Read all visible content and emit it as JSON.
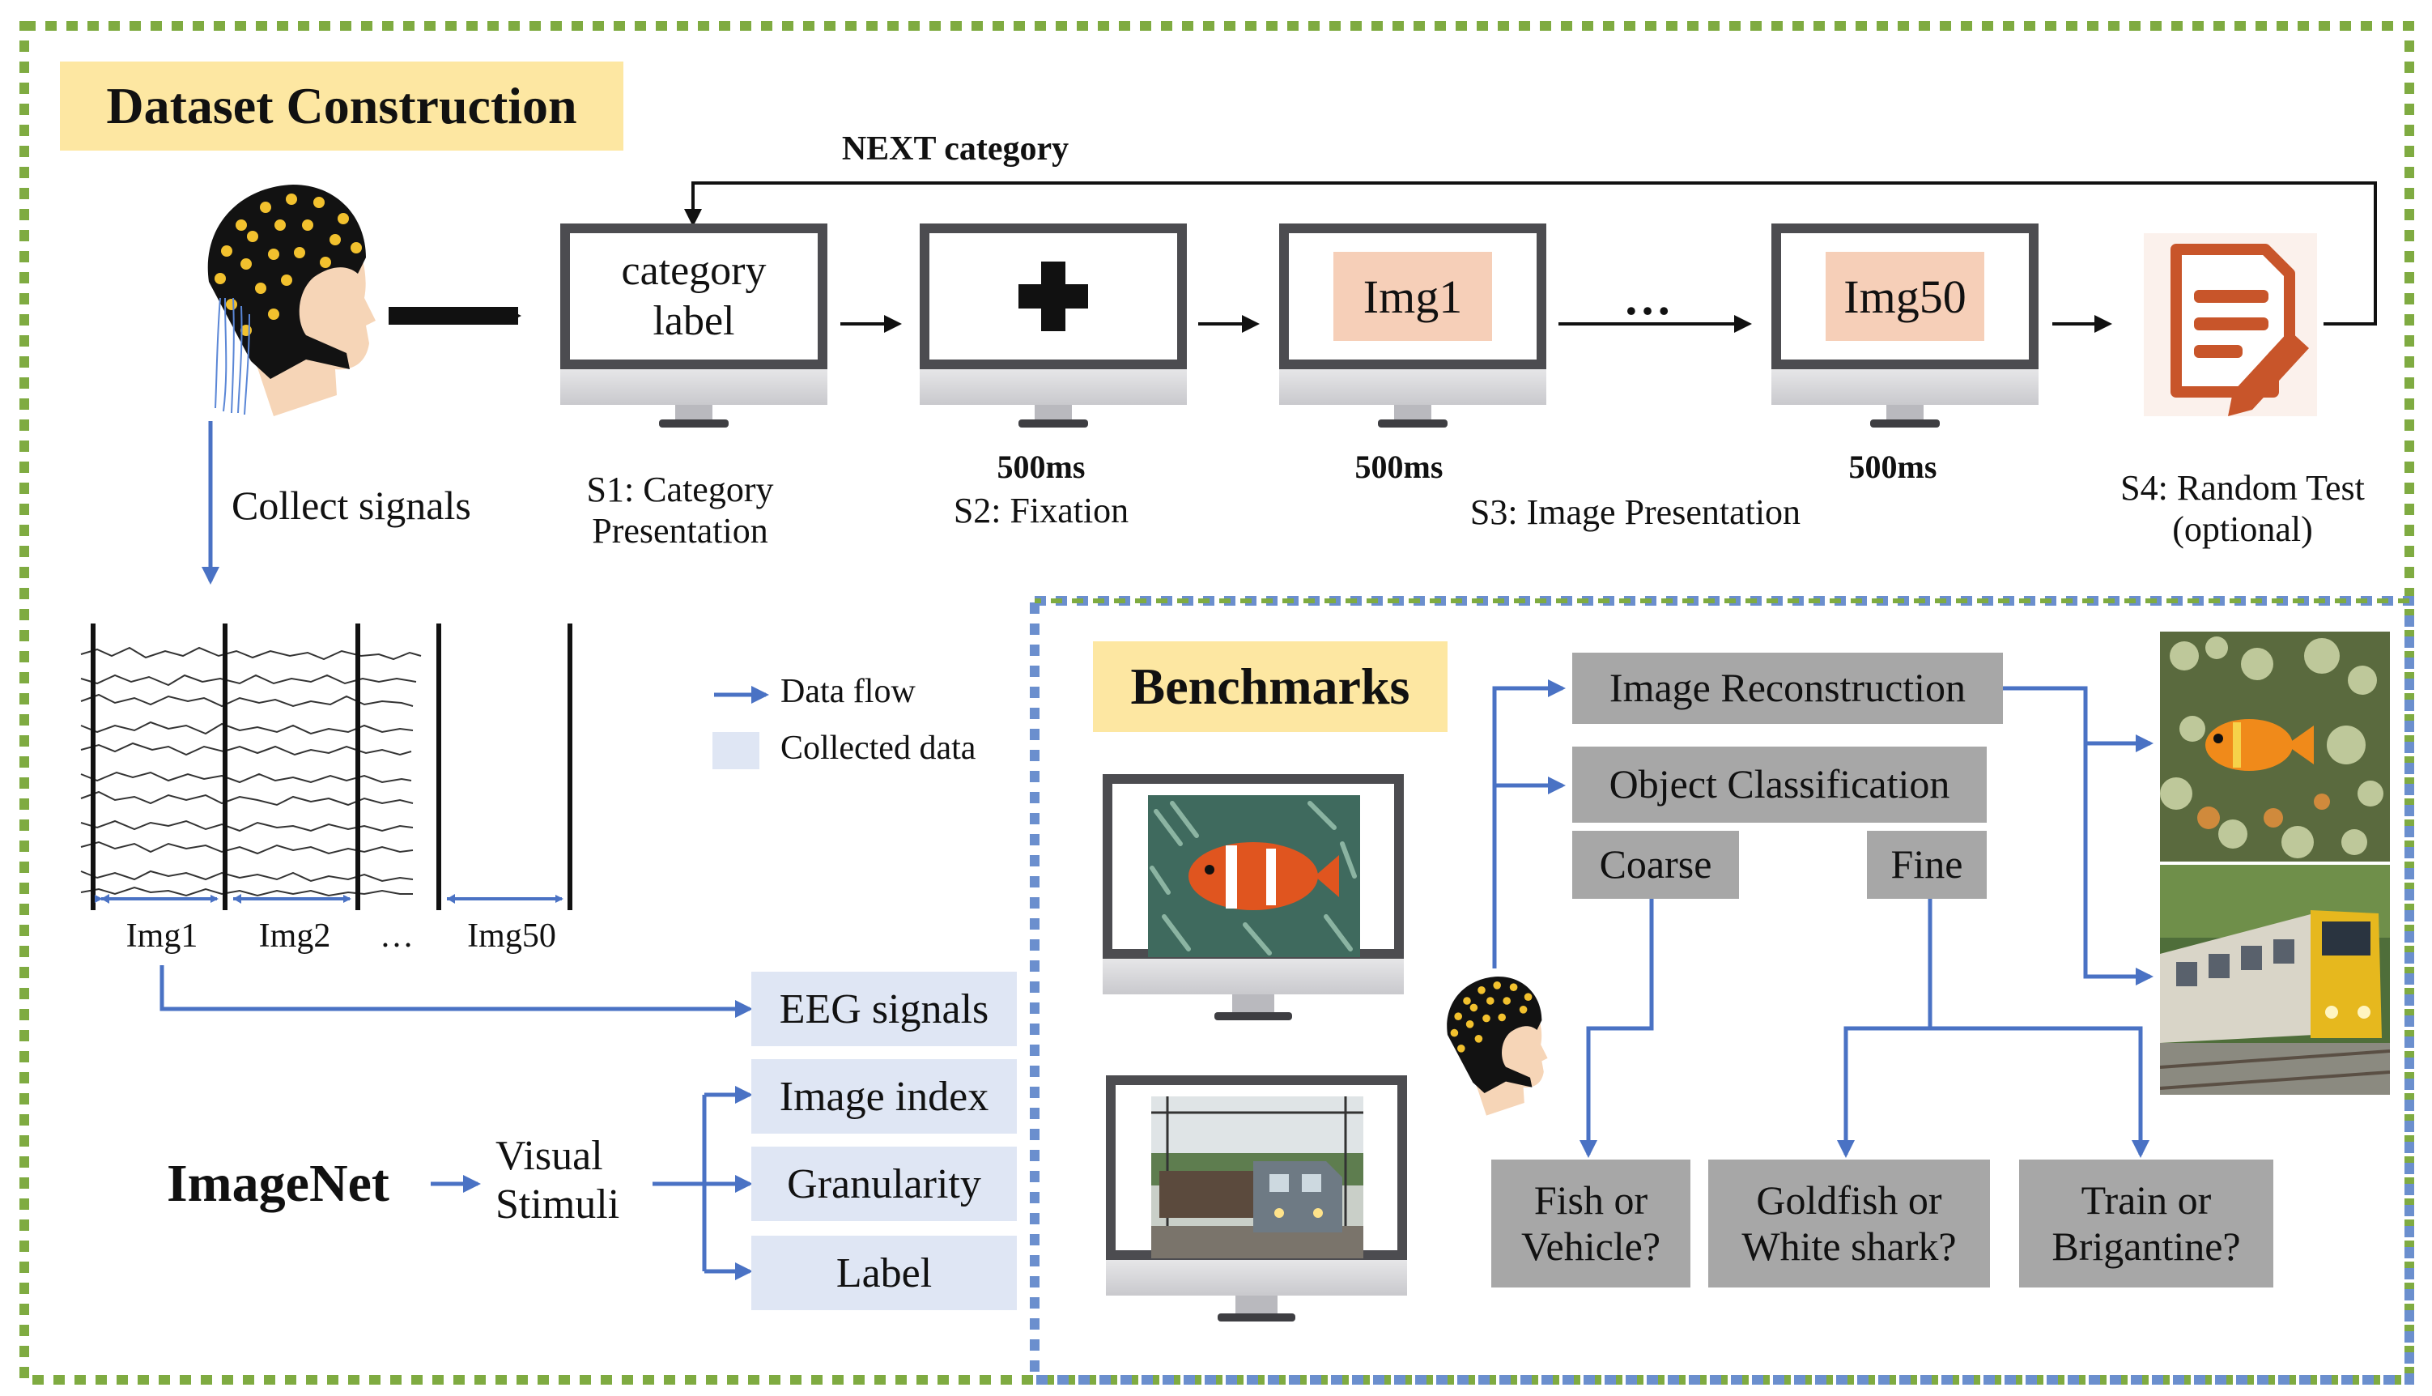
{
  "dataset_title": "Dataset Construction",
  "benchmarks_title": "Benchmarks",
  "next_category": "NEXT category",
  "collect_signals": "Collect signals",
  "monitors": {
    "category_label": "category\nlabel",
    "img1": "Img1",
    "dots": "…",
    "img50": "Img50"
  },
  "durations": {
    "s2": "500ms",
    "s3a": "500ms",
    "s3b": "500ms"
  },
  "stages": {
    "s1": "S1: Category\nPresentation",
    "s2": "S2: Fixation",
    "s3": "S3: Image Presentation",
    "s4": "S4: Random Test\n(optional)"
  },
  "eeg_segments": [
    "Img1",
    "Img2",
    "…",
    "Img50"
  ],
  "legend": {
    "data_flow": "Data flow",
    "collected_data": "Collected data"
  },
  "imagenet": "ImageNet",
  "visual_stimuli": "Visual\nStimuli",
  "collected": [
    "EEG signals",
    "Image index",
    "Granularity",
    "Label"
  ],
  "tasks": {
    "reconstruction": "Image Reconstruction",
    "classification": "Object Classification",
    "coarse": "Coarse",
    "fine": "Fine"
  },
  "questions": [
    "Fish or\nVehicle?",
    "Goldfish or\nWhite shark?",
    "Train or\nBrigantine?"
  ],
  "colors": {
    "green_border": "#7fab41",
    "blue_border": "#6b8fce",
    "arrow_blue": "#4a72c4",
    "title_bg": "#fde7a2",
    "collected_bg": "#dfe6f4",
    "grey_box": "#a7a7a7",
    "pink": "#f6cfb8",
    "doc_icon": "#c8552a"
  },
  "icons": [
    "eeg-cap-head-icon",
    "fixation-cross-icon",
    "document-pen-icon",
    "monitor-icon"
  ]
}
